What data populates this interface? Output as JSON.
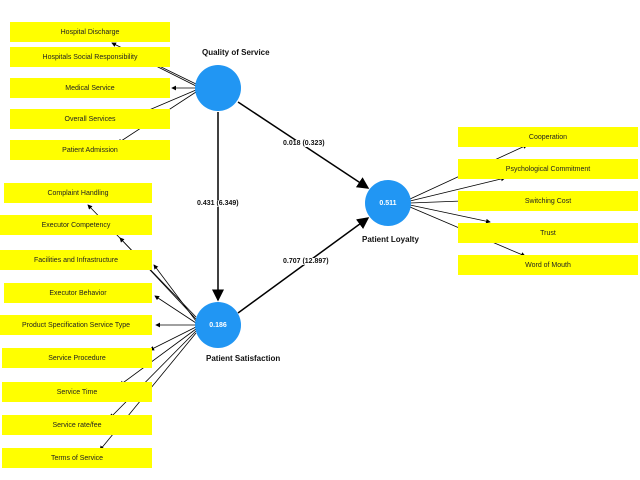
{
  "colors": {
    "indicator_box": "#ffff00",
    "construct_node": "#2196f3",
    "arrow": "#000000"
  },
  "constructs": {
    "quality": {
      "name": "Quality of Service",
      "value": ""
    },
    "satisfaction": {
      "name": "Patient Satisfaction",
      "value": "0.186"
    },
    "loyalty": {
      "name": "Patient Loyalty",
      "value": "0.511"
    }
  },
  "paths": {
    "quality_to_satisfaction": "0.431 (6.349)",
    "quality_to_loyalty": "0.018 (0.323)",
    "satisfaction_to_loyalty": "0.707 (12.897)"
  },
  "indicators": {
    "quality": [
      "Hospital Discharge",
      "Hospitals Social Responsibility",
      "Medical Service",
      "Overall Services",
      "Patient Admission"
    ],
    "satisfaction": [
      "Complaint Handling",
      "Executor Competency",
      "Facilities and Infrastructure",
      "Executor Behavior",
      "Product Specification Service Type",
      "Service Procedure",
      "Service Time",
      "Service rate/fee",
      "Terms of Service"
    ],
    "loyalty": [
      "Cooperation",
      "Psychological Commitment",
      "Switching Cost",
      "Trust",
      "Word of Mouth"
    ]
  }
}
